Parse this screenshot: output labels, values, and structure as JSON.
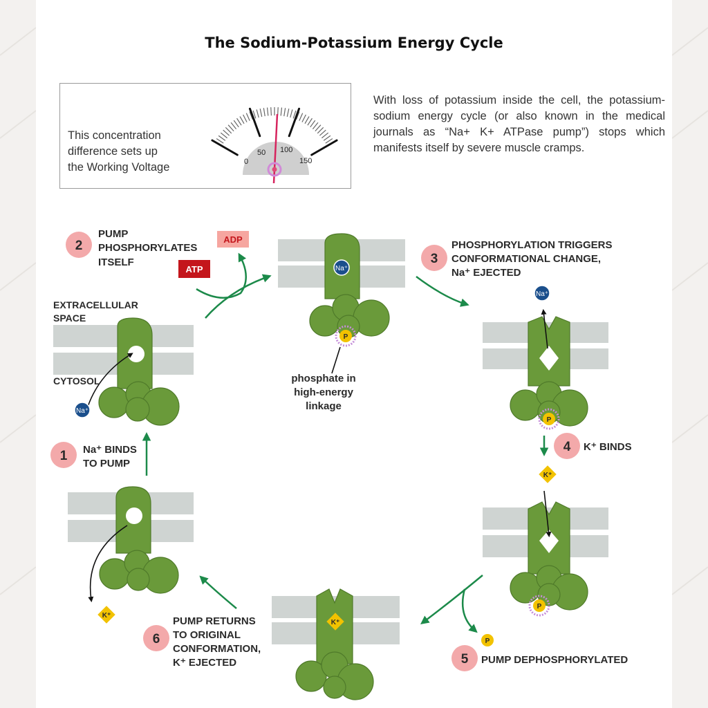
{
  "title": "The Sodium-Potassium Energy Cycle",
  "gauge": {
    "text_lines": [
      "This concentration",
      "difference sets up",
      "the Working Voltage"
    ],
    "scale_labels": [
      "0",
      "50",
      "100",
      "150"
    ]
  },
  "description": "With loss of potassium inside the cell, the potassium-sodium energy cycle (or also known in the medical journals as “Na+ K+ ATPase pump”) stops which manifests itself by severe muscle cramps.",
  "diagram": {
    "region_labels": {
      "extracellular": [
        "EXTRACELLULAR",
        "SPACE"
      ],
      "cytosol": "CYTOSOL"
    },
    "steps": [
      {
        "number": "1",
        "lines": [
          "Na⁺ BINDS",
          "TO PUMP"
        ]
      },
      {
        "number": "2",
        "lines": [
          "PUMP",
          "PHOSPHORYLATES",
          "ITSELF"
        ]
      },
      {
        "number": "3",
        "lines": [
          "PHOSPHORYLATION TRIGGERS",
          "CONFORMATIONAL CHANGE,",
          "Na⁺ EJECTED"
        ]
      },
      {
        "number": "4",
        "lines": [
          "K⁺ BINDS"
        ]
      },
      {
        "number": "5",
        "lines": [
          "PUMP DEPHOSPHORYLATED"
        ]
      },
      {
        "number": "6",
        "lines": [
          "PUMP RETURNS",
          "TO ORIGINAL",
          "CONFORMATION,",
          "K⁺ EJECTED"
        ]
      }
    ],
    "molecules": {
      "atp": "ATP",
      "adp": "ADP",
      "phosphate": "P",
      "sodium": "Na⁺",
      "potassium": "K⁺"
    },
    "phosphate_note": [
      "phosphate in",
      "high-energy",
      "linkage"
    ]
  },
  "colors": {
    "pump_green": "#6a9a3a",
    "membrane_gray": "#cfd4d2",
    "step_circle": "#f3a9aa",
    "arrow_green": "#1c8a4a",
    "sodium_blue": "#1b4f8c",
    "potassium_yellow": "#f2c200",
    "atp_red": "#c4161c",
    "adp_pink": "#f6a6a0",
    "needle": "#d6245e"
  }
}
